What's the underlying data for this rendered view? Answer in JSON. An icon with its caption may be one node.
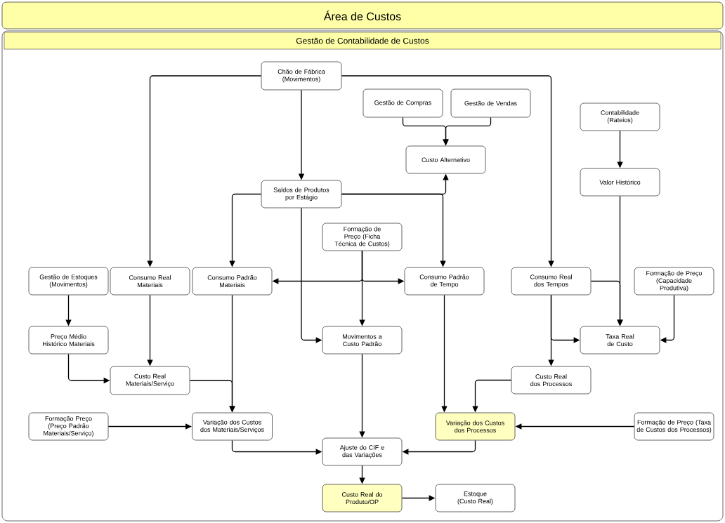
{
  "diagram": {
    "nodes": [
      {
        "text": [
          "Área de Custos"
        ]
      },
      {
        "text": [
          "Gestão de Contabilidade de Custos"
        ]
      },
      {
        "text": [
          "Chão de Fábrica (Movimentos)"
        ],
        "in": 1
      },
      {
        "text": [
          "Gestão de Compras"
        ],
        "in": 1
      },
      {
        "text": [
          "Gestão de Vendas"
        ],
        "in": 1
      },
      {
        "text": [
          "Contabilidade (Rateios)"
        ],
        "in": 1
      },
      {
        "text": [
          "Custo Alternativo"
        ],
        "in": 1
      },
      {
        "text": [
          "Valor Histórico"
        ],
        "in": 1
      },
      {
        "text": [
          "Saldos de Produtos por Estágio"
        ],
        "in": 1
      },
      {
        "text": [
          "Formação de Preço (Ficha Técnica de Custos)"
        ],
        "in": 1
      },
      {
        "text": [
          "Gestão de Estoques (Movimentos)"
        ],
        "in": 1
      },
      {
        "text": [
          "Consumo Real Materiais"
        ],
        "in": 1
      },
      {
        "text": [
          "Consumo Padrão Materiais"
        ],
        "in": 1
      },
      {
        "text": [
          "Consumo Padrão de Tempo"
        ],
        "in": 1
      },
      {
        "text": [
          "Consumo Real dos Tempos"
        ],
        "in": 1
      },
      {
        "text": [
          "Formação de Preço (Capacidade Produtiva)"
        ],
        "in": 1
      },
      {
        "text": [
          "Preço Médio Histórico Materiais"
        ],
        "in": 1
      },
      {
        "text": [
          "Movimentos a Custo Padrão"
        ],
        "in": 1
      },
      {
        "text": [
          "Taxa Real de Custo"
        ],
        "in": 1
      },
      {
        "text": [
          "Custo Real Materiais/Serviço"
        ],
        "in": 1
      },
      {
        "text": [
          "Custo Real dos Processos"
        ],
        "in": 1
      },
      {
        "text": [
          "Formação Preço (Preço Padrão Materiais/Serviço)"
        ],
        "in": 1
      },
      {
        "text": [
          "Variação dos Custos dos Materiais/Serviços"
        ],
        "in": 1
      },
      {
        "text": [
          "Variação dos Custos dos Processos"
        ],
        "in": 1
      },
      {
        "text": [
          "Formação de Preço (Taxa de Custos dos Processos)"
        ],
        "in": 1
      },
      {
        "text": [
          "Ajuste do CIF e das Variações"
        ],
        "in": 1
      },
      {
        "text": [
          "Custo Real do Produto/OP"
        ],
        "in": 1
      },
      {
        "text": [
          "Estoque (Custo Real)"
        ],
        "in": 1
      }
    ],
    "edges": [
      {
        "from": 2,
        "to": 11,
        "arrow": "to"
      },
      {
        "from": 2,
        "to": 8,
        "arrow": "to"
      },
      {
        "from": 2,
        "to": 14,
        "arrow": "to"
      },
      {
        "from": 3,
        "to": 6,
        "arrow": "to"
      },
      {
        "from": 4,
        "to": 6,
        "arrow": "to"
      },
      {
        "from": 8,
        "to": 12,
        "arrow": "to"
      },
      {
        "from": 8,
        "to": 6,
        "arrow": "to"
      },
      {
        "from": 8,
        "to": 13,
        "arrow": "to"
      },
      {
        "from": 8,
        "to": 17,
        "arrow": "to"
      },
      {
        "from": 9,
        "to": 12,
        "arrow": "to"
      },
      {
        "from": 9,
        "to": 13,
        "arrow": "to"
      },
      {
        "from": 9,
        "to": 17,
        "arrow": "to"
      },
      {
        "from": 5,
        "to": 7,
        "arrow": "to"
      },
      {
        "from": 7,
        "to": 18,
        "arrow": "to"
      },
      {
        "from": 14,
        "to": 18,
        "arrow": "to"
      },
      {
        "from": 14,
        "to": 18,
        "arrow": "to"
      },
      {
        "from": 15,
        "to": 18,
        "arrow": "to"
      },
      {
        "from": 14,
        "to": 20,
        "arrow": "to"
      },
      {
        "from": 10,
        "to": 16,
        "arrow": "to"
      },
      {
        "from": 11,
        "to": 19,
        "arrow": "to"
      },
      {
        "from": 16,
        "to": 19,
        "arrow": "to"
      },
      {
        "from": 12,
        "to": 22,
        "arrow": "to"
      },
      {
        "from": 19,
        "to": 22,
        "arrow": "to"
      },
      {
        "from": 21,
        "to": 22,
        "arrow": "to"
      },
      {
        "from": 13,
        "to": 23,
        "arrow": "to"
      },
      {
        "from": 20,
        "to": 23,
        "arrow": "to"
      },
      {
        "from": 24,
        "to": 23,
        "arrow": "to"
      },
      {
        "from": 17,
        "to": 25,
        "arrow": "to"
      },
      {
        "from": 22,
        "to": 25,
        "arrow": "to"
      },
      {
        "from": 23,
        "to": 25,
        "arrow": "to"
      },
      {
        "from": 25,
        "to": 26,
        "arrow": "to"
      },
      {
        "from": 26,
        "to": 27,
        "arrow": "to"
      }
    ]
  }
}
